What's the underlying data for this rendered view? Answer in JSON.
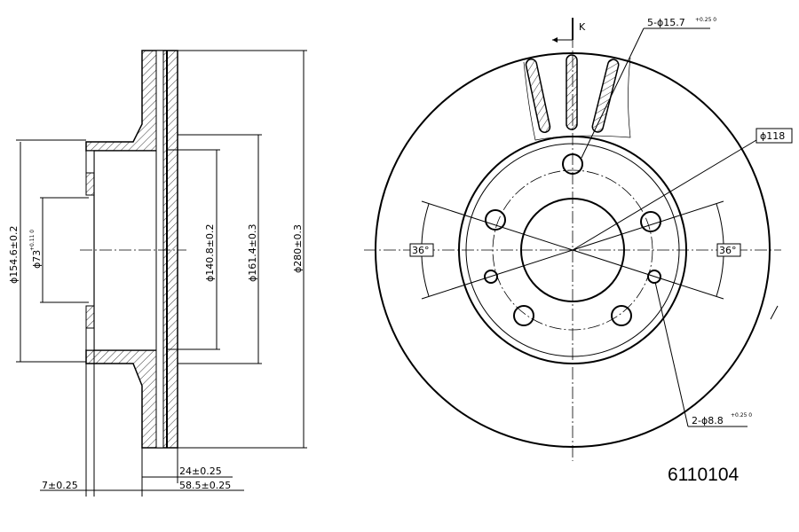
{
  "part_number": "6110104",
  "side_view": {
    "dims": {
      "d154": "ϕ154.6±0.2",
      "d73": "ϕ73",
      "d73_tol": "+0.11 0",
      "d140": "ϕ140.8±0.2",
      "d161": "ϕ161.4±0.3",
      "d280": "ϕ280±0.3",
      "w24": "24±0.25",
      "w58": "58.5±0.25",
      "w7": "7±0.25"
    }
  },
  "front_view": {
    "section_mark": "K",
    "bolt_holes": "5-ϕ15.7",
    "bolt_holes_tol": "+0.25 0",
    "pcd": "ϕ118",
    "angle_left": "36°",
    "angle_right": "36°",
    "pin_holes": "2-ϕ8.8",
    "pin_holes_tol": "+0.25 0"
  }
}
